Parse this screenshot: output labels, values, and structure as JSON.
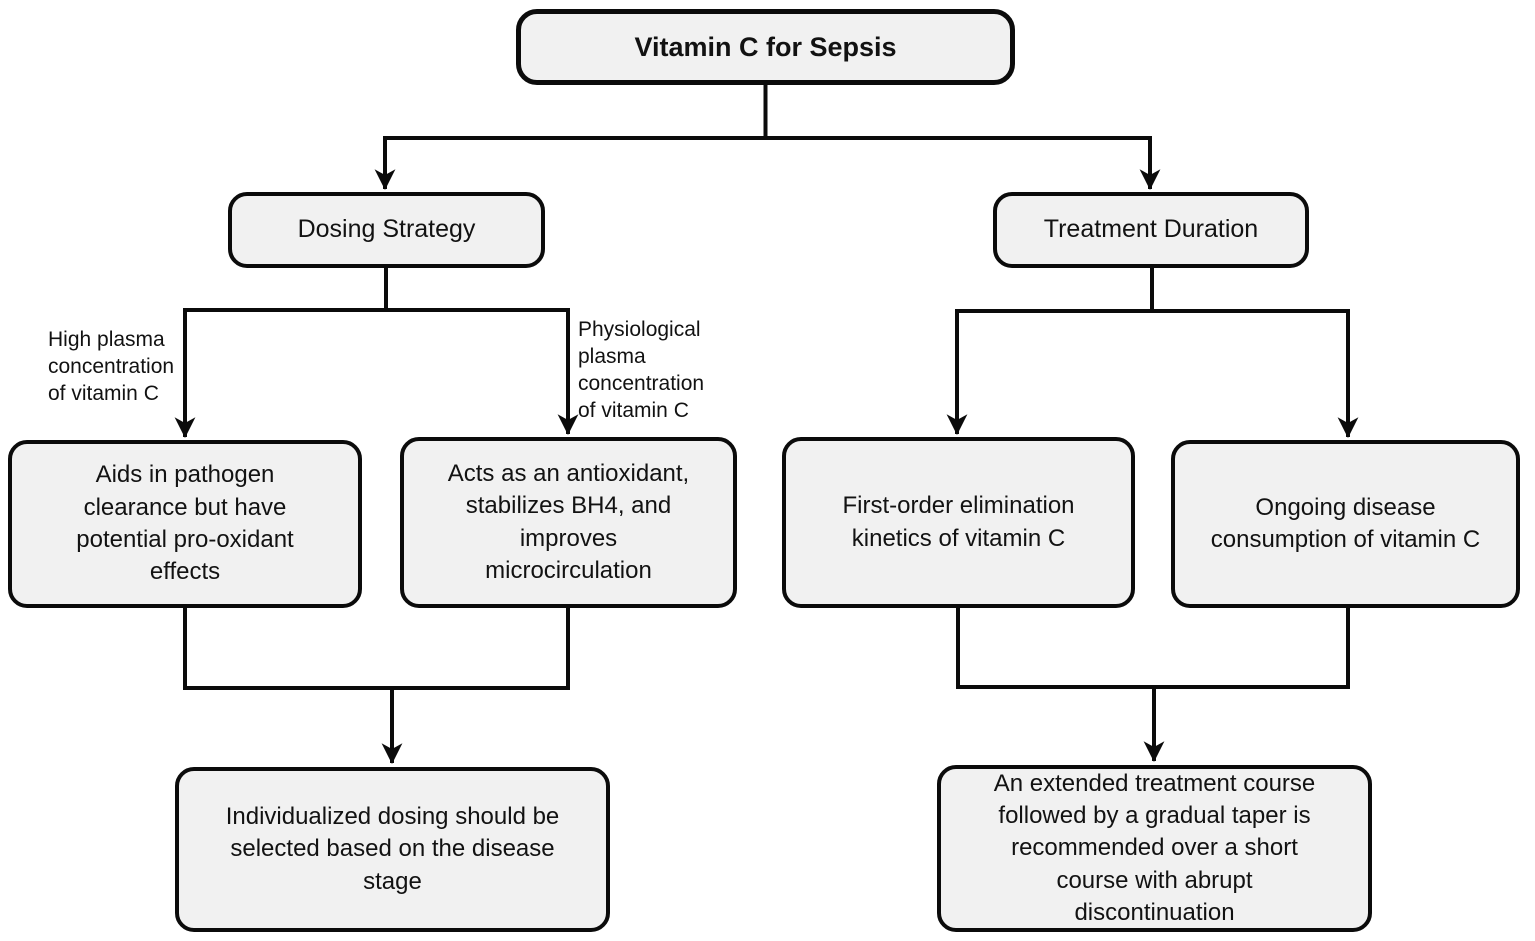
{
  "colors": {
    "background": "#ffffff",
    "box_fill": "#f1f1f1",
    "box_border": "#0b0b0b",
    "line": "#0b0b0b",
    "text": "#121212"
  },
  "diagram": {
    "root": {
      "label": "Vitamin C for Sepsis"
    },
    "left_branch": {
      "label": "Dosing Strategy",
      "edge_labels": {
        "high": "High plasma\nconcentration\nof vitamin C",
        "physiological": "Physiological\nplasma\nconcentration\nof vitamin C"
      },
      "children": [
        {
          "text": "Aids in pathogen\nclearance but have\npotential pro-oxidant\neffects"
        },
        {
          "text": "Acts as an antioxidant,\nstabilizes BH4, and\nimproves\nmicrocirculation"
        }
      ],
      "conclusion": {
        "text": "Individualized dosing should be\nselected based on the disease\nstage"
      }
    },
    "right_branch": {
      "label": "Treatment Duration",
      "children": [
        {
          "text": "First-order elimination\nkinetics of vitamin C"
        },
        {
          "text": "Ongoing disease\nconsumption of vitamin C"
        }
      ],
      "conclusion": {
        "text": "An extended treatment course\nfollowed by a gradual taper is\nrecommended over a short\ncourse with abrupt\ndiscontinuation"
      }
    }
  }
}
